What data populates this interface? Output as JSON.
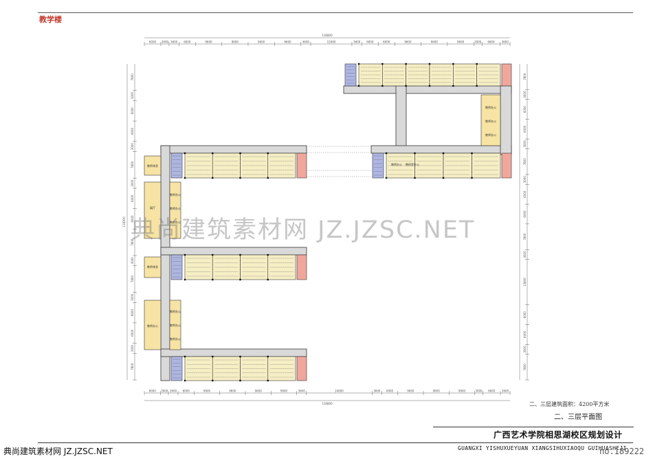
{
  "header": {
    "sheet_title": "教学楼"
  },
  "plan": {
    "area_note": "二、三层建筑面积：4200平方米",
    "plan_name": "二、三层平面图",
    "dim_top_total": "136800",
    "dim_bottom_total": "136800",
    "dim_left_total": "118300",
    "dim_top_segments": [
      "6000",
      "3000",
      "3600",
      "6000",
      "9600",
      "9600",
      "9600",
      "9600",
      "3600",
      "15000",
      "3600",
      "6000",
      "6000",
      "9600",
      "9600",
      "9600",
      "3000",
      "6600",
      "3600"
    ],
    "dim_bottom_segments": [
      "6000",
      "3000",
      "3600",
      "6000",
      "9600",
      "9600",
      "9600",
      "9600",
      "3600",
      "24600",
      "3600",
      "6000",
      "9600",
      "9600",
      "9600",
      "3000",
      "6600",
      "3600"
    ],
    "dim_left_segments": [
      "7800",
      "3000",
      "6000",
      "6000",
      "3000",
      "7800",
      "3000",
      "6000",
      "6000",
      "7800",
      "3000",
      "7800",
      "3000",
      "6000",
      "6000",
      "3000",
      "7800"
    ],
    "dim_right_segments": [
      "7800",
      "3000",
      "6000",
      "6000",
      "3000",
      "7800",
      "3000",
      "6000",
      "6000",
      "7800",
      "3000",
      "13800",
      "6000",
      "6000",
      "3000",
      "7800"
    ],
    "room_labels": {
      "teacher_office": "教师办公",
      "teacher_lounge": "教师休息",
      "hall": "展厅",
      "teaching_research": "教研室办公"
    }
  },
  "footer": {
    "project_title": "广西艺术学院相思湖校区规划设计",
    "project_pinyin": "GUANGXI YISHUXUEYUAN XIANGSIHUXIAOQU GUIHUASHEJI",
    "watermark_footer": "典尚建筑素材网 JZ.JZSC.NET",
    "sheet_number": "no.189222"
  },
  "watermark": {
    "text": "典尚建筑素材网 JZ.JZSC.NET"
  },
  "colors": {
    "corridor": "#d9d9d9",
    "classroom": "#f6eec4",
    "office": "#f7e3a3",
    "stair": "#aeb6e3",
    "wc": "#f0a79b",
    "wall": "#333333",
    "accent": "#c0392b"
  }
}
